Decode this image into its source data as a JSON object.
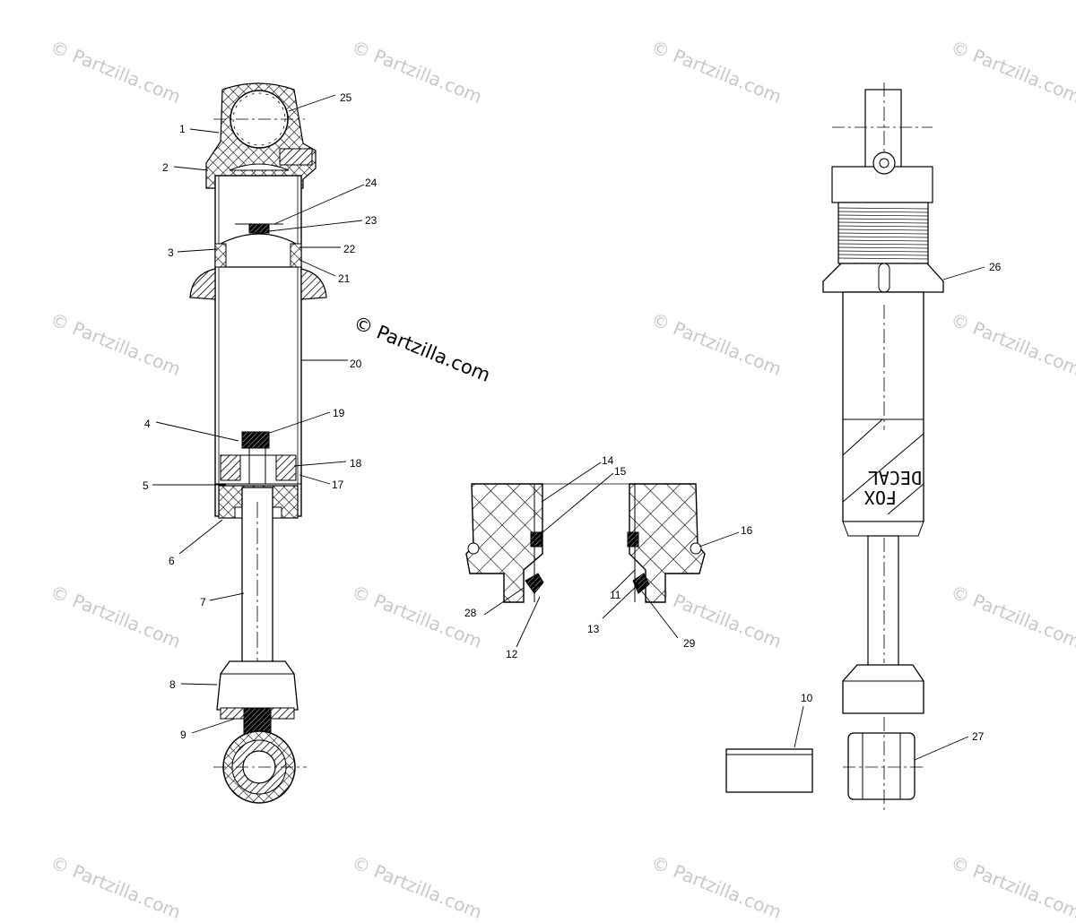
{
  "watermarks": {
    "text": "© Partzilla.com",
    "main_text": "© Partzilla.com"
  },
  "diagram": {
    "decal_line1": "DECAL",
    "decal_line2": "FOX",
    "callouts": {
      "c1": "1",
      "c2": "2",
      "c3": "3",
      "c4": "4",
      "c5": "5",
      "c6": "6",
      "c7": "7",
      "c8": "8",
      "c9": "9",
      "c10": "10",
      "c11": "11",
      "c12": "12",
      "c13": "13",
      "c14": "14",
      "c15": "15",
      "c16": "16",
      "c17": "17",
      "c18": "18",
      "c19": "19",
      "c20": "20",
      "c21": "21",
      "c22": "22",
      "c23": "23",
      "c24": "24",
      "c25": "25",
      "c26": "26",
      "c27": "27",
      "c28": "28",
      "c29": "29"
    }
  }
}
